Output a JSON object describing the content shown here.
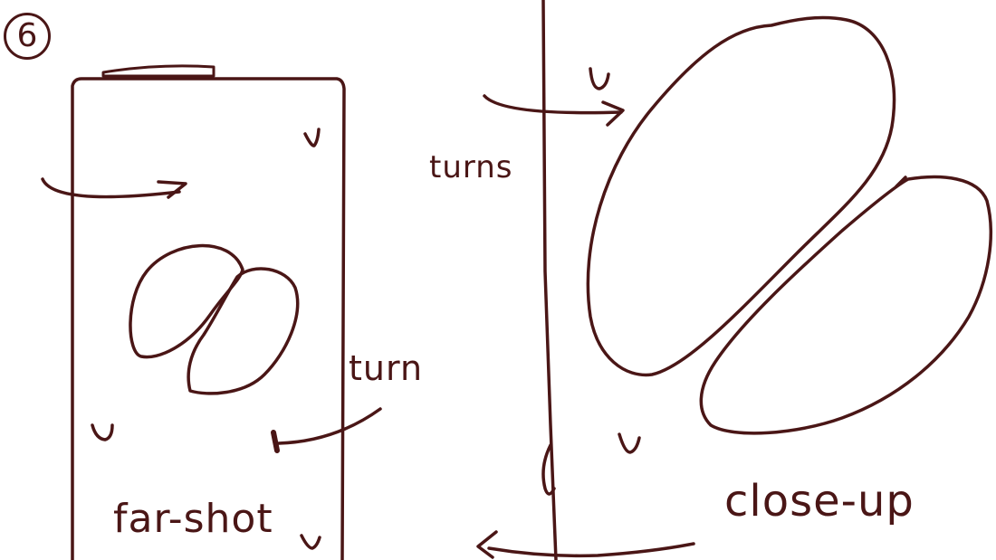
{
  "sketch": {
    "ink_color": "#4a1616",
    "background": "#ffffff",
    "panel_number": "6",
    "labels": {
      "turns": "turns",
      "turn": "turn",
      "far_shot": "far-shot",
      "close_up": "close-up"
    }
  }
}
